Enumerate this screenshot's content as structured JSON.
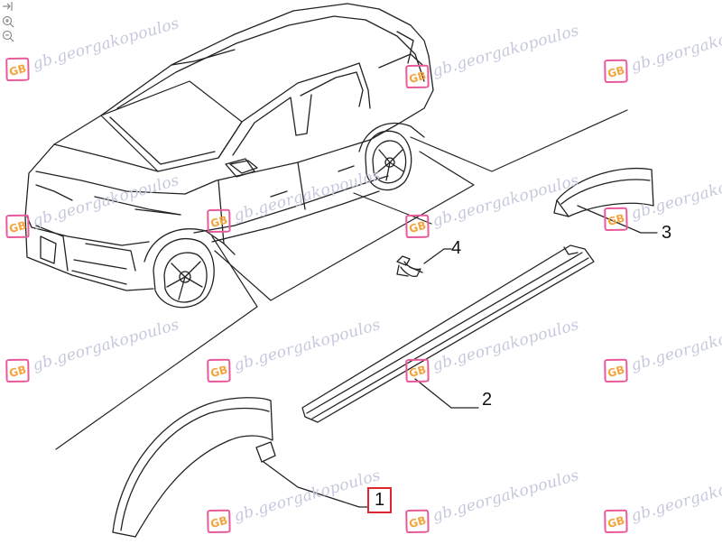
{
  "toolbar": {
    "buttons": [
      {
        "name": "fit-icon"
      },
      {
        "name": "zoom-in-icon"
      },
      {
        "name": "zoom-out-icon"
      }
    ]
  },
  "watermark": {
    "text": "gb.georgakopoulos",
    "logo_letters": "GB",
    "text_color": "#c6c9de",
    "logo_colors": [
      "#e85a9a",
      "#f3a43b",
      "#6aa0de",
      "#9a78d0"
    ]
  },
  "callouts": {
    "part1": "1",
    "part2": "2",
    "part3": "3",
    "part4": "4"
  },
  "highlight_color": "#e0262b"
}
